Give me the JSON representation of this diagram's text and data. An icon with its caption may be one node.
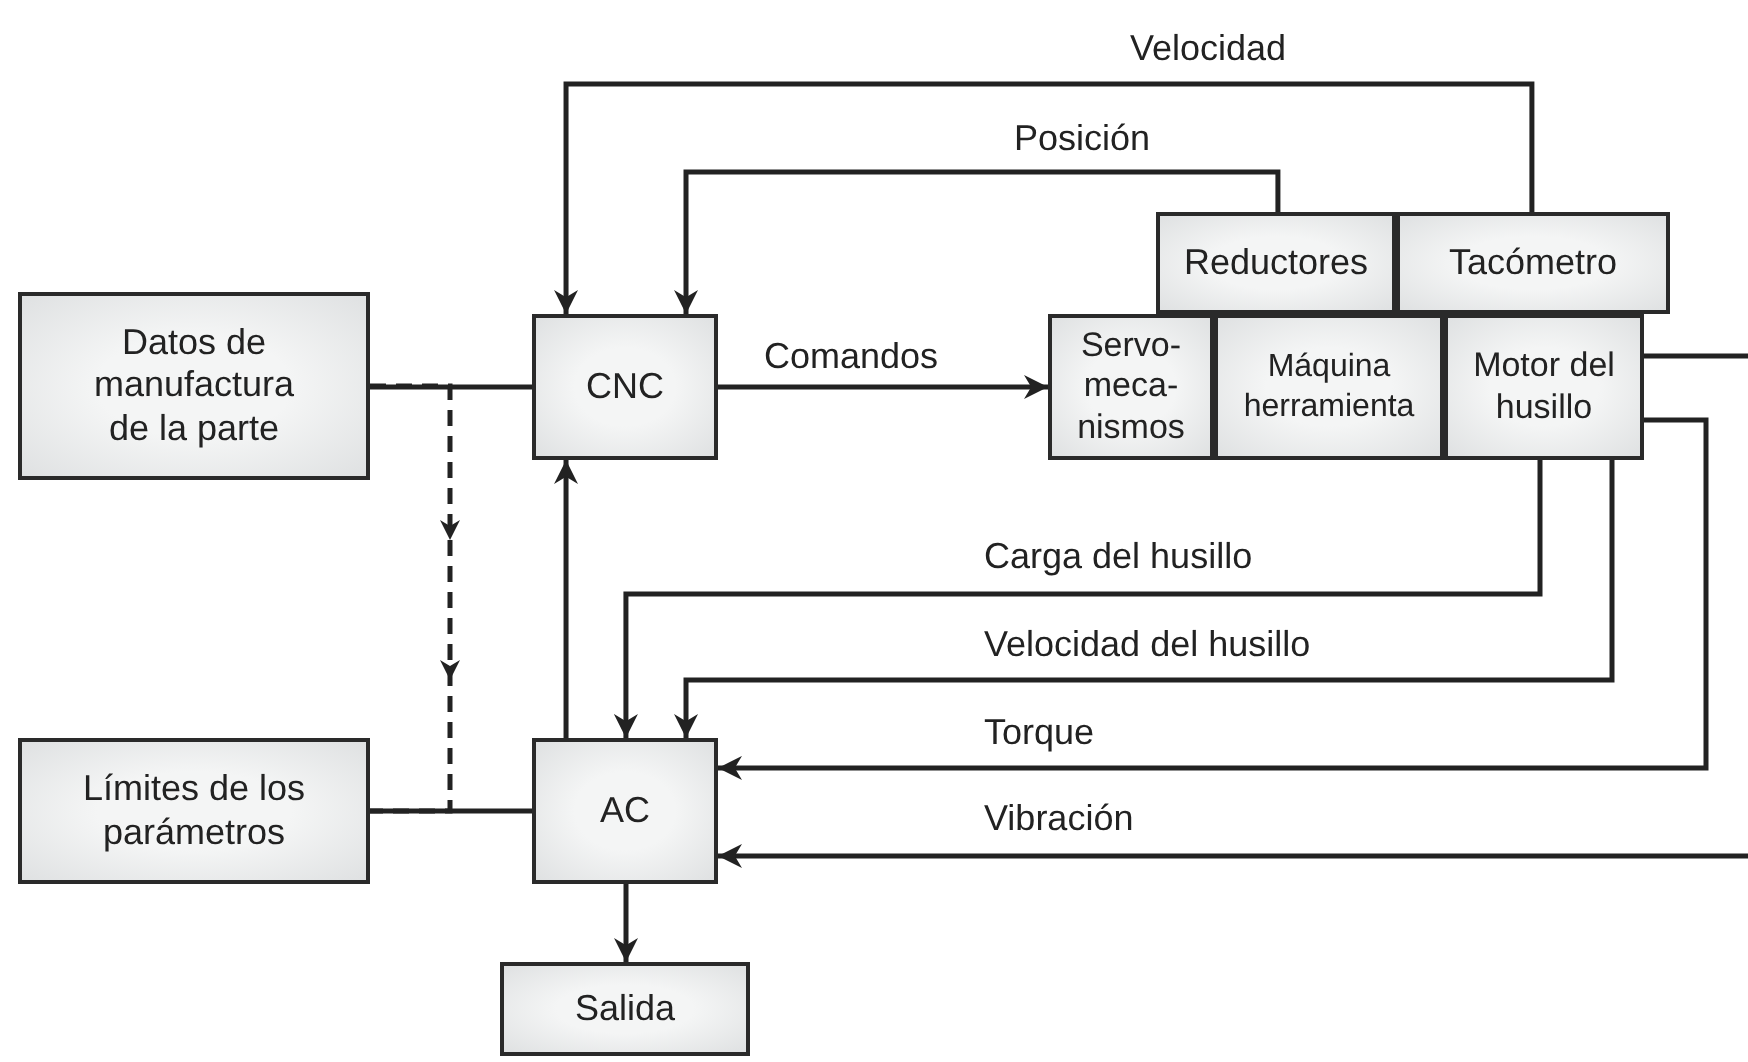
{
  "diagram": {
    "nodes": [
      {
        "text": [
          "Datos de manufactura de la parte"
        ]
      },
      {
        "text": [
          "CNC"
        ]
      },
      {
        "text": [
          "Reductores"
        ]
      },
      {
        "text": [
          "Tacómetro"
        ]
      },
      {
        "text": [
          "Servo- meca- nismos"
        ]
      },
      {
        "text": [
          "Máquina herramienta"
        ]
      },
      {
        "text": [
          "Motor del husillo"
        ]
      },
      {
        "text": [
          "Límites de los parámetros"
        ]
      },
      {
        "text": [
          "AC"
        ]
      },
      {
        "text": [
          "Salida"
        ]
      }
    ],
    "edges": [
      {
        "from": 0,
        "to": 1,
        "arrow": "none"
      },
      {
        "from": 7,
        "to": 8,
        "arrow": "none"
      },
      {
        "from": 0,
        "to": 7,
        "arrow": "to",
        "style": "dashed"
      },
      {
        "from": 8,
        "to": 1,
        "arrow": "to"
      },
      {
        "from": 1,
        "to": 4,
        "arrow": "to",
        "label": "Comandos"
      },
      {
        "from": 3,
        "to": 1,
        "arrow": "to",
        "label": "Velocidad"
      },
      {
        "from": 2,
        "to": 1,
        "arrow": "to",
        "label": "Posición"
      },
      {
        "from": 6,
        "to": null,
        "arrow": "none"
      },
      {
        "from": 6,
        "to": 8,
        "arrow": "to",
        "label": "Carga del husillo"
      },
      {
        "from": 6,
        "to": 8,
        "arrow": "to",
        "label": "Velocidad del husillo"
      },
      {
        "from": 6,
        "to": 8,
        "arrow": "to",
        "label": "Torque"
      },
      {
        "from": null,
        "to": 8,
        "arrow": "to",
        "label": "Vibración"
      },
      {
        "from": 8,
        "to": 9,
        "arrow": "to"
      }
    ]
  }
}
